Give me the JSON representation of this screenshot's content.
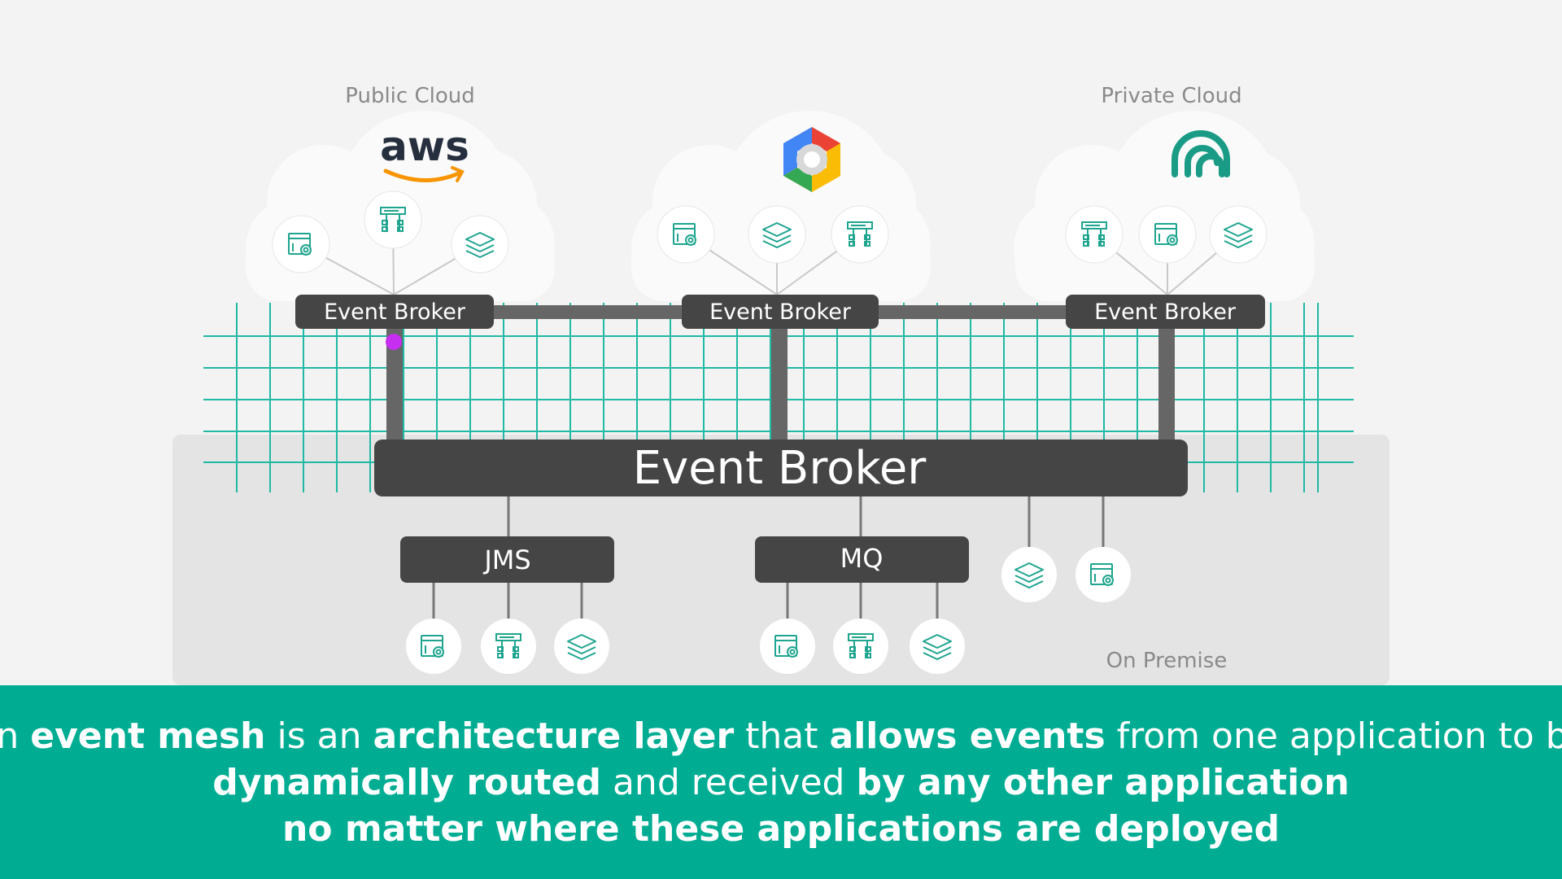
{
  "colors": {
    "background": "#f3f3f3",
    "on_premise_panel": "#e4e4e4",
    "cloud": "#fafafa",
    "mesh_grid": "#1fb9a4",
    "connector": "#666666",
    "broker": "#454545",
    "icon_stroke": "#1fa58f",
    "caption_bg": "#00ad93",
    "marker": "#c62ef0",
    "aws_orange": "#f79400"
  },
  "regions": {
    "public_cloud": "Public Cloud",
    "private_cloud": "Private Cloud",
    "on_premise": "On Premise"
  },
  "logos": {
    "aws_text": "aws",
    "google_cloud": "google-cloud-logo",
    "private_cloud": "private-cloud-logo"
  },
  "brokers": {
    "public": "Event Broker",
    "google": "Event Broker",
    "private": "Event Broker",
    "main": "Event Broker",
    "jms": "JMS",
    "mq": "MQ"
  },
  "caption": {
    "l1_a": "An ",
    "l1_b": "event mesh",
    "l1_c": " is an ",
    "l1_d": "architecture layer",
    "l1_e": " that ",
    "l1_f": "allows events",
    "l1_g": " from one application to be",
    "l2_a": "dynamically routed",
    "l2_b": " and received ",
    "l2_c": "by any other application",
    "l3_a": "no matter where these applications are deployed"
  }
}
